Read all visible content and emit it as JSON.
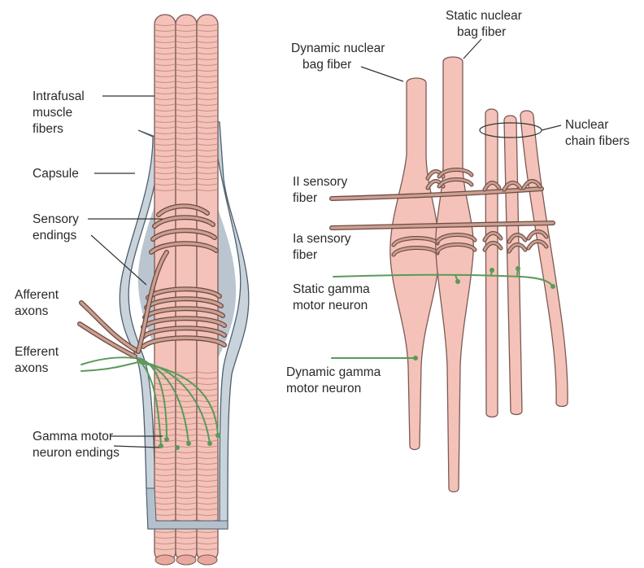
{
  "labels": {
    "intrafusal": [
      "Intrafusal",
      "muscle",
      "fibers"
    ],
    "capsule": "Capsule",
    "sensory_endings": [
      "Sensory",
      "endings"
    ],
    "afferent_axons": [
      "Afferent",
      "axons"
    ],
    "efferent_axons": [
      "Efferent",
      "axons"
    ],
    "gamma_endings": [
      "Gamma motor",
      "neuron endings"
    ],
    "dynamic_bag": [
      "Dynamic nuclear",
      "bag fiber"
    ],
    "static_bag": [
      "Static nuclear",
      "bag fiber"
    ],
    "nuclear_chain": [
      "Nuclear",
      "chain fibers"
    ],
    "ii_sensory": [
      "II sensory",
      "fiber"
    ],
    "ia_sensory": [
      "Ia sensory",
      "fiber"
    ],
    "static_gamma": [
      "Static gamma",
      "motor neuron"
    ],
    "dynamic_gamma": [
      "Dynamic gamma",
      "motor neuron"
    ]
  },
  "colors": {
    "fiber": "#f4c2b8",
    "capsule": "#c9d3dc",
    "sensory": "#6f4a44",
    "gamma": "#5a9a5a"
  }
}
